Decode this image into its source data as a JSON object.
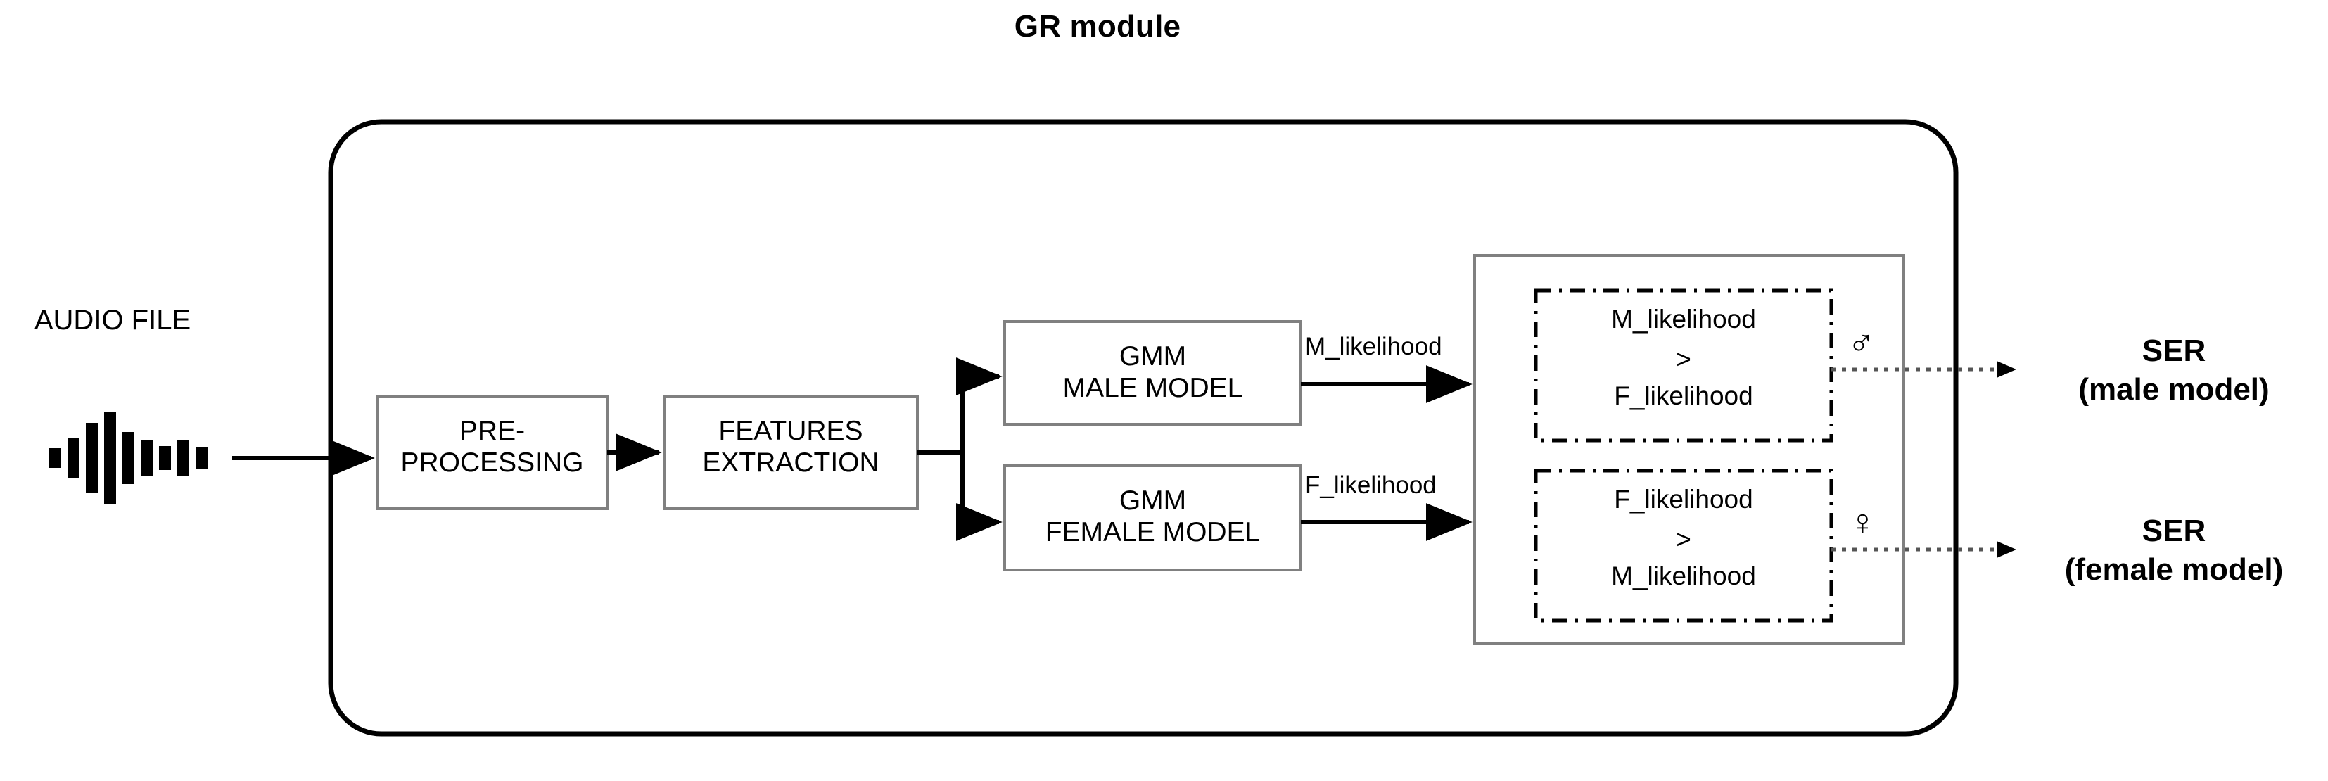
{
  "diagram": {
    "title": "GR module",
    "input": {
      "label": "AUDIO FILE",
      "icon": "audio-waveform-icon",
      "waveform_bars": [
        28,
        58,
        100,
        130,
        74,
        52,
        34,
        52,
        30
      ]
    },
    "stages": [
      {
        "id": "pre-processing",
        "label": "PRE-\nPROCESSING"
      },
      {
        "id": "features-extraction",
        "label": "FEATURES\nEXTRACTION"
      }
    ],
    "models": [
      {
        "id": "gmm-male",
        "label": "GMM\nMALE MODEL",
        "output_label": "M_likelihood"
      },
      {
        "id": "gmm-female",
        "label": "GMM\nFEMALE MODEL",
        "output_label": "F_likelihood"
      }
    ],
    "decisions": [
      {
        "id": "male-decision",
        "line1": "M_likelihood",
        "line2": ">",
        "line3": "F_likelihood",
        "symbol": "♂",
        "symbol_name": "male-gender-symbol"
      },
      {
        "id": "female-decision",
        "line1": "F_likelihood",
        "line2": ">",
        "line3": "M_likelihood",
        "symbol": "♀",
        "symbol_name": "female-gender-symbol"
      }
    ],
    "outputs": [
      {
        "id": "ser-male",
        "line1": "SER",
        "line2": "(male model)"
      },
      {
        "id": "ser-female",
        "line1": "SER",
        "line2": "(female model)"
      }
    ],
    "colors": {
      "stroke_dark": "#000000",
      "box_border": "#808080",
      "background": "#ffffff"
    }
  }
}
